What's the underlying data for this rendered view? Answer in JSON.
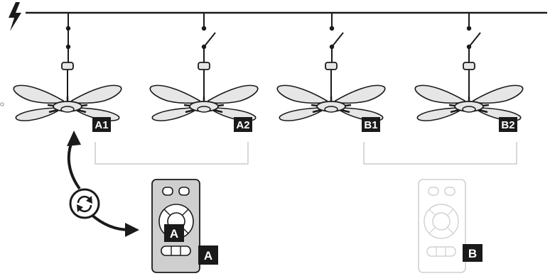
{
  "fans": [
    {
      "label": "A1",
      "switch": "closed"
    },
    {
      "label": "A2",
      "switch": "open"
    },
    {
      "label": "B1",
      "switch": "open"
    },
    {
      "label": "B2",
      "switch": "open"
    }
  ],
  "remotes": [
    {
      "label": "A",
      "inner_label": "A",
      "state": "active"
    },
    {
      "label": "B",
      "inner_label": "",
      "state": "inactive"
    }
  ],
  "icons": {
    "power": "lightning-bolt-icon",
    "pairing": "sync-arrows-icon"
  },
  "colors": {
    "line": "#1a1a1a",
    "blade_fill": "#e6e6e6",
    "remote_active": "#cfcfcf",
    "remote_inactive": "#d0d0d0",
    "group_bracket": "#cccccc",
    "label_bg": "#1a1a1a"
  }
}
